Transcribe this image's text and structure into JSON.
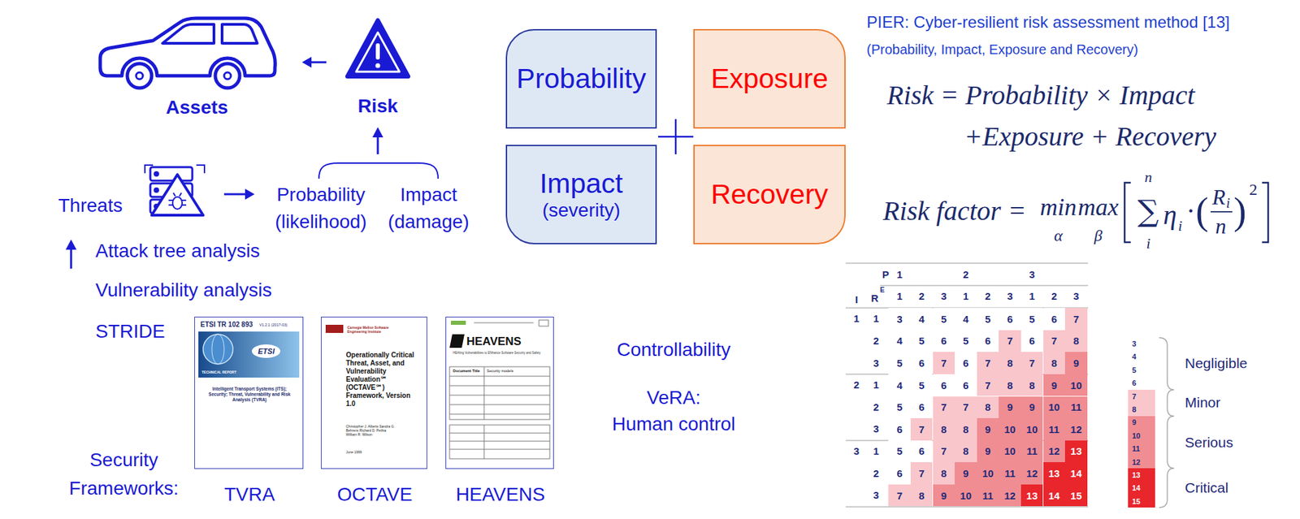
{
  "diagram": {
    "nodes": [
      {
        "text": [
          "Probability"
        ]
      },
      {
        "text": [
          "Exposure"
        ]
      },
      {
        "text": [
          "Impact",
          "(severity)"
        ]
      },
      {
        "text": [
          "Recovery"
        ]
      },
      {
        "text": [
          "ETSI TR 102 893",
          "V1.2.1 (2017-03)",
          "ETSI",
          "TECHNICAL REPORT",
          "Intelligent Transport Systems (ITS); Security; Threat, Vulnerability and Risk Analysis (TVRA)",
          "TVRA"
        ]
      },
      {
        "text": [
          "Carnegie Mellon Software Engineering Institute",
          "Operationally Critical Threat, Asset, and Vulnerability Evaluation℠ (OCTAVE℠) Framework, Version 1.0",
          "Christopher J. Alberts Sandra G. Behrens Richard D. Pethia William R. Wilson",
          "June 1999",
          "OCTAVE"
        ]
      },
      {
        "text": [
          "HEAVENS",
          "HEAling Vulnerabilities to ENhance Software Security and Safety",
          "Document Title",
          "Security models",
          "HEAVENS"
        ]
      }
    ],
    "labels": [
      "Assets",
      "Risk",
      "Threats",
      "Probability",
      "(likelihood)",
      "Impact",
      "(damage)",
      "Attack tree analysis",
      "Vulnerability analysis",
      "STRIDE",
      "Security Frameworks:",
      "Controllability",
      "VeRA:",
      "Human control",
      "PIER: Cyber-resilient risk assessment method [13]",
      "(Probability, Impact, Exposure and Recovery)",
      "Risk = Probability × Impact",
      "+Exposure + Recovery",
      "Risk factor =",
      "min",
      "α",
      "max",
      "β",
      "∑",
      "n",
      "i",
      "η",
      "i",
      "·",
      "(",
      "R",
      "i",
      "n",
      ")",
      "2",
      "P",
      "1",
      "2",
      "3",
      "I",
      "R",
      "E",
      "1",
      "2",
      "3",
      "1",
      "2",
      "3",
      "1",
      "2",
      "3",
      "1",
      "1",
      "3",
      "4",
      "5",
      "4",
      "5",
      "6",
      "5",
      "6",
      "7",
      "2",
      "4",
      "5",
      "6",
      "5",
      "6",
      "7",
      "6",
      "7",
      "8",
      "3",
      "5",
      "6",
      "7",
      "6",
      "7",
      "8",
      "7",
      "8",
      "9",
      "2",
      "1",
      "4",
      "5",
      "6",
      "6",
      "7",
      "8",
      "8",
      "9",
      "10",
      "2",
      "5",
      "6",
      "7",
      "7",
      "8",
      "9",
      "9",
      "10",
      "11",
      "3",
      "6",
      "7",
      "8",
      "8",
      "9",
      "10",
      "10",
      "11",
      "12",
      "3",
      "1",
      "5",
      "6",
      "7",
      "8",
      "9",
      "10",
      "11",
      "12",
      "13",
      "2",
      "6",
      "7",
      "8",
      "9",
      "10",
      "11",
      "12",
      "13",
      "14",
      "3",
      "7",
      "8",
      "9",
      "10",
      "11",
      "12",
      "13",
      "14",
      "15",
      "3",
      "4",
      "5",
      "6",
      "7",
      "8",
      "9",
      "10",
      "11",
      "12",
      "13",
      "14",
      "15"
    ],
    "legend": [
      {
        "text": "Negligible",
        "color": "#ffffff"
      },
      {
        "text": "Minor",
        "color": "#f9c6cb"
      },
      {
        "text": "Serious",
        "color": "#f08d92"
      },
      {
        "text": "Critical",
        "color": "#e8262c"
      }
    ]
  }
}
